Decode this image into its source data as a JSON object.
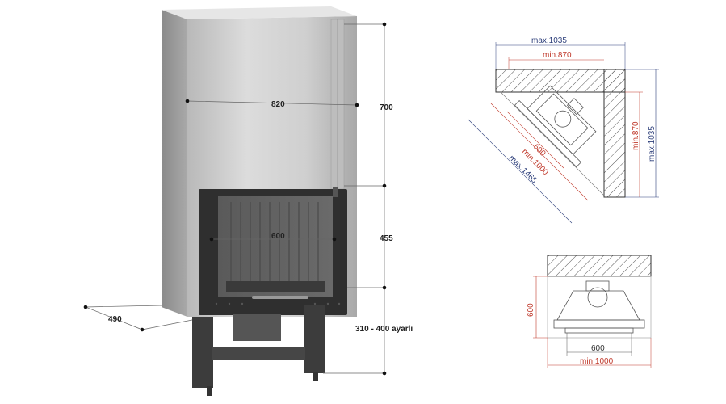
{
  "product_view": {
    "dim_width_top": "820",
    "dim_height_top": "700",
    "dim_height_door": "455",
    "dim_glass_width": "600",
    "dim_depth": "490",
    "dim_stand_height": "310 - 400 ayarlı"
  },
  "corner_plan": {
    "max_top": "max.1035",
    "min_top": "min.870",
    "min_side": "min.870",
    "max_side": "max.1035",
    "inner": "600",
    "min_diag": "min.1000",
    "max_diag": "max.1465"
  },
  "wall_plan": {
    "depth": "600",
    "inner_width": "600",
    "min_width": "min.1000"
  },
  "colors": {
    "steel_light": "#d9d9d9",
    "steel_dark": "#8e8e8e",
    "body_black": "#3a3a3a",
    "dim_red": "#c0392b",
    "dim_blue": "#2c3e7a"
  }
}
